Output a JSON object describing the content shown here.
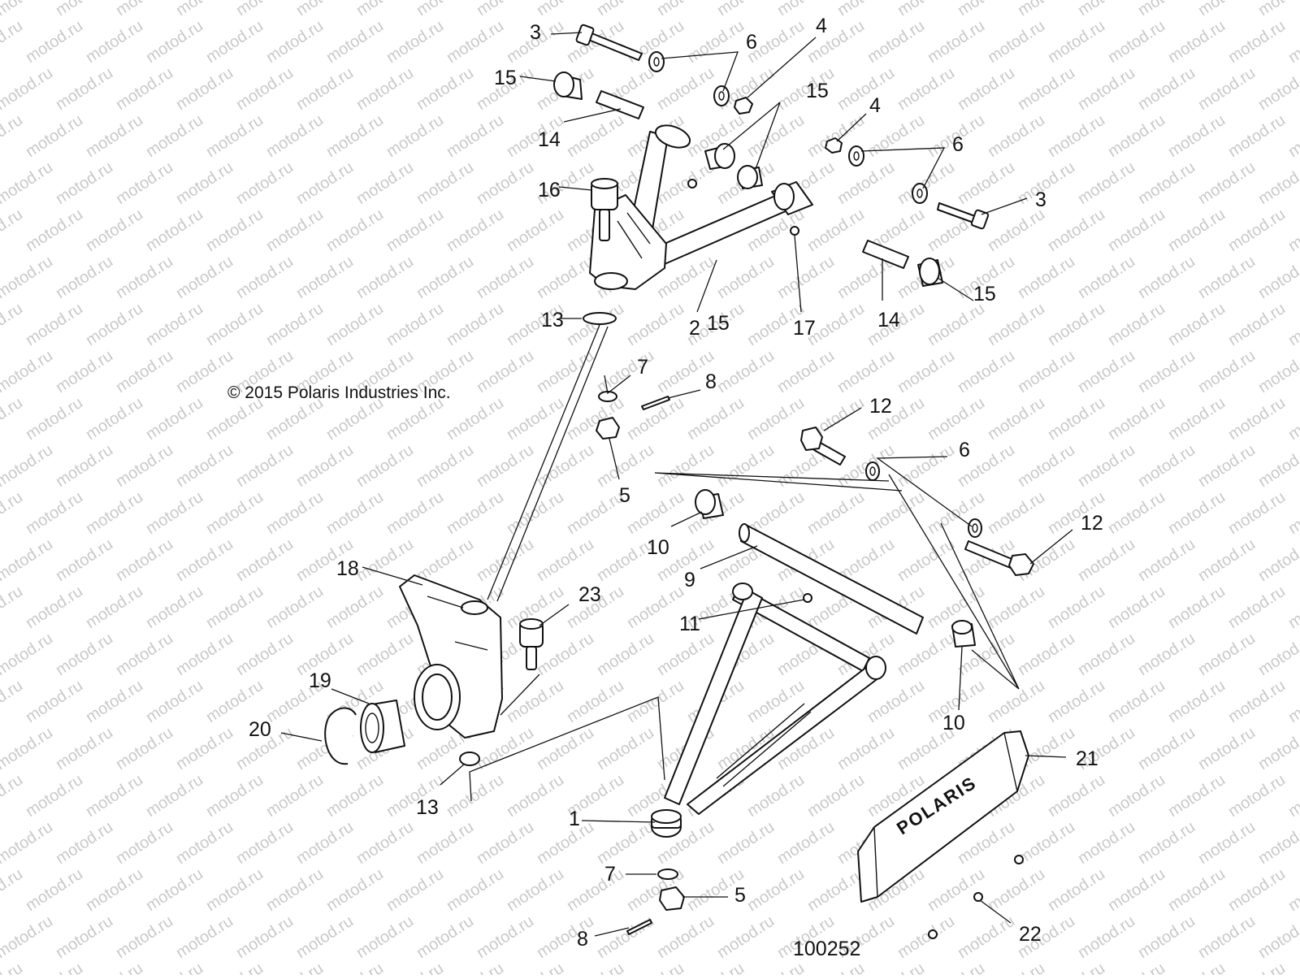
{
  "copyright": "© 2015 Polaris Industries Inc.",
  "figure_number": "100252",
  "watermark_text": "motod.ru",
  "brand_logo_text": "POLARIS",
  "callouts": [
    "3",
    "6",
    "4",
    "15",
    "15",
    "14",
    "15",
    "4",
    "6",
    "3",
    "16",
    "17",
    "14",
    "15",
    "2",
    "13",
    "7",
    "8",
    "5",
    "12",
    "6",
    "10",
    "12",
    "9",
    "18",
    "23",
    "11",
    "19",
    "10",
    "20",
    "21",
    "13",
    "1",
    "7",
    "5",
    "8",
    "22"
  ],
  "colors": {
    "line": "#111111",
    "background": "#ffffff",
    "watermark": "#c9c9c9"
  }
}
